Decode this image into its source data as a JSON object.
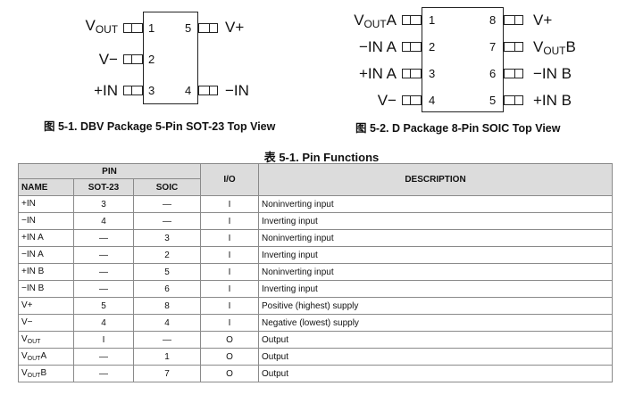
{
  "dbv": {
    "caption": "图 5-1. DBV Package 5-Pin SOT-23 Top View",
    "pins": [
      {
        "num": "1",
        "name_main": "V",
        "name_sub": "OUT",
        "name_suffix": ""
      },
      {
        "num": "2",
        "name_main": "V−",
        "name_sub": "",
        "name_suffix": ""
      },
      {
        "num": "3",
        "name_main": "+IN",
        "name_sub": "",
        "name_suffix": ""
      },
      {
        "num": "4",
        "name_main": "−IN",
        "name_sub": "",
        "name_suffix": ""
      },
      {
        "num": "5",
        "name_main": "V+",
        "name_sub": "",
        "name_suffix": ""
      }
    ]
  },
  "soic": {
    "caption": "图 5-2. D Package 8-Pin SOIC Top View",
    "pins": [
      {
        "num": "1",
        "name_main": "V",
        "name_sub": "OUT",
        "name_suffix": "A"
      },
      {
        "num": "2",
        "name_main": "−IN A",
        "name_sub": "",
        "name_suffix": ""
      },
      {
        "num": "3",
        "name_main": "+IN A",
        "name_sub": "",
        "name_suffix": ""
      },
      {
        "num": "4",
        "name_main": "V−",
        "name_sub": "",
        "name_suffix": ""
      },
      {
        "num": "5",
        "name_main": "+IN B",
        "name_sub": "",
        "name_suffix": ""
      },
      {
        "num": "6",
        "name_main": "−IN B",
        "name_sub": "",
        "name_suffix": ""
      },
      {
        "num": "7",
        "name_main": "V",
        "name_sub": "OUT",
        "name_suffix": "B"
      },
      {
        "num": "8",
        "name_main": "V+",
        "name_sub": "",
        "name_suffix": ""
      }
    ]
  },
  "table": {
    "title": "表 5-1. Pin Functions",
    "headers": {
      "pin": "PIN",
      "name": "NAME",
      "sot23": "SOT-23",
      "soic": "SOIC",
      "io": "I/O",
      "description": "DESCRIPTION"
    },
    "rows": [
      {
        "name": "+IN",
        "name_sub": "",
        "name_suffix": "",
        "sot23": "3",
        "soic": "—",
        "io": "I",
        "description": "Noninverting input"
      },
      {
        "name": "−IN",
        "name_sub": "",
        "name_suffix": "",
        "sot23": "4",
        "soic": "—",
        "io": "I",
        "description": "Inverting input"
      },
      {
        "name": "+IN A",
        "name_sub": "",
        "name_suffix": "",
        "sot23": "—",
        "soic": "3",
        "io": "I",
        "description": "Noninverting input"
      },
      {
        "name": "−IN A",
        "name_sub": "",
        "name_suffix": "",
        "sot23": "—",
        "soic": "2",
        "io": "I",
        "description": "Inverting input"
      },
      {
        "name": "+IN B",
        "name_sub": "",
        "name_suffix": "",
        "sot23": "—",
        "soic": "5",
        "io": "I",
        "description": "Noninverting input"
      },
      {
        "name": "−IN B",
        "name_sub": "",
        "name_suffix": "",
        "sot23": "—",
        "soic": "6",
        "io": "I",
        "description": "Inverting input"
      },
      {
        "name": "V+",
        "name_sub": "",
        "name_suffix": "",
        "sot23": "5",
        "soic": "8",
        "io": "I",
        "description": "Positive (highest) supply"
      },
      {
        "name": "V−",
        "name_sub": "",
        "name_suffix": "",
        "sot23": "4",
        "soic": "4",
        "io": "I",
        "description": "Negative (lowest) supply"
      },
      {
        "name": "V",
        "name_sub": "OUT",
        "name_suffix": "",
        "sot23": "I",
        "soic": "—",
        "io": "O",
        "description": "Output"
      },
      {
        "name": "V",
        "name_sub": "OUT",
        "name_suffix": "A",
        "sot23": "—",
        "soic": "1",
        "io": "O",
        "description": "Output"
      },
      {
        "name": "V",
        "name_sub": "OUT",
        "name_suffix": "B",
        "sot23": "—",
        "soic": "7",
        "io": "O",
        "description": "Output"
      }
    ]
  }
}
